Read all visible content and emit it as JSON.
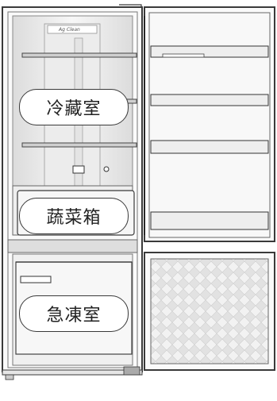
{
  "labels": {
    "fridge": "冷藏室",
    "vegetable": "蔬菜箱",
    "freezer": "急凍室"
  },
  "filter_badge": "Ag Clean",
  "colors": {
    "outline": "#3a3a3a",
    "panel": "#f4f4f4",
    "shade": "#d9d9d9",
    "label_bg": "#ffffff"
  }
}
